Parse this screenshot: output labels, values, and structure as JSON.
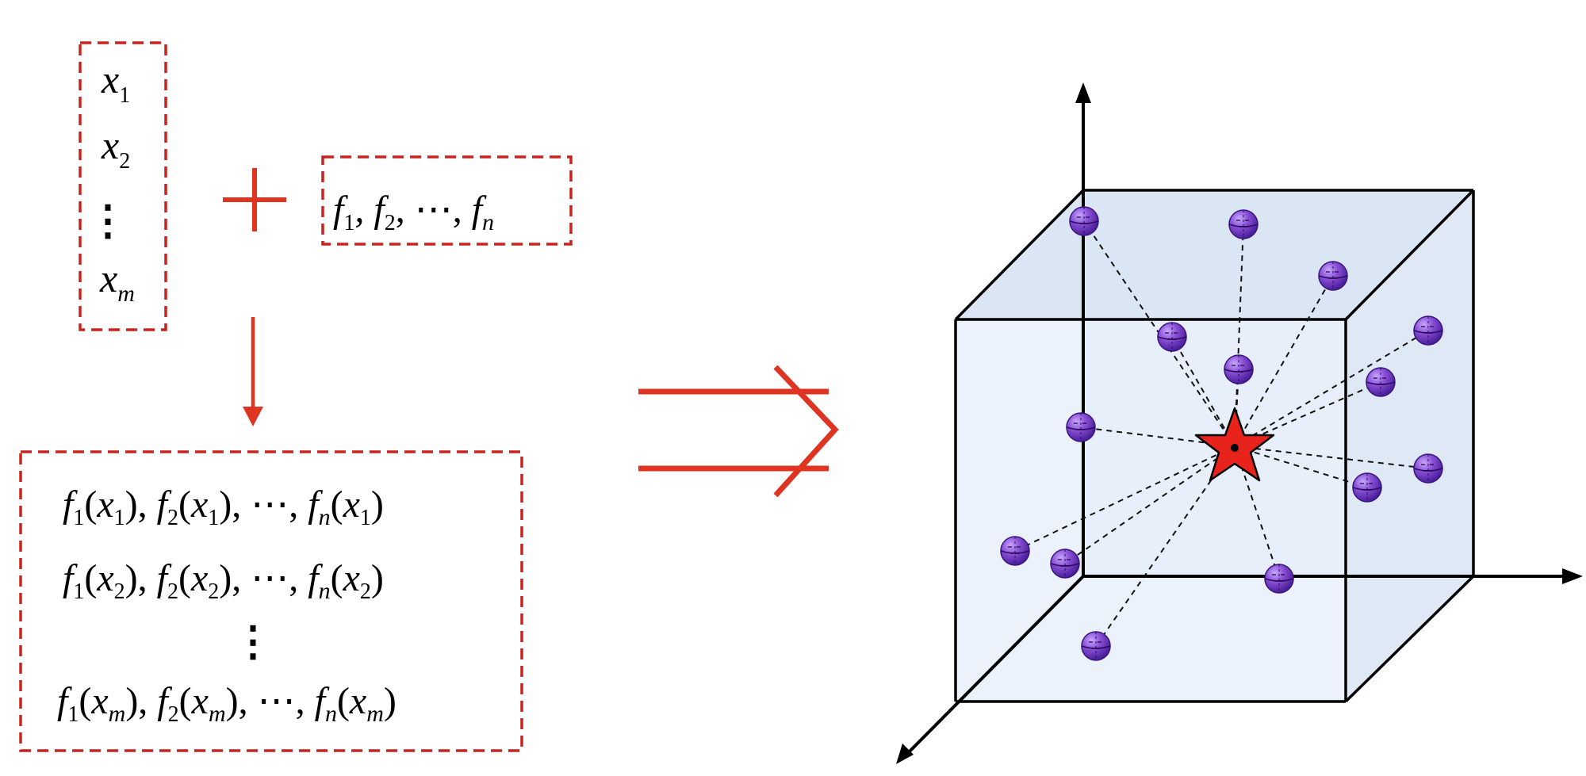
{
  "samples": {
    "items": [
      {
        "base": "x",
        "sub": "1"
      },
      {
        "base": "x",
        "sub": "2"
      },
      {
        "base": "x",
        "sub": "m"
      }
    ],
    "ellipsis": "⋮"
  },
  "plus": "+",
  "features": "f1, f2, ⋯, fn",
  "matrix": {
    "rows": [
      "f1(x1), f2(x1), ⋯, fn(x1)",
      "f1(x2), f2(x2), ⋯, fn(x2)",
      "f1(xm), f2(xm), ⋯, fn(xm)"
    ],
    "ellipsis": "⋮"
  },
  "colors": {
    "dashed_box": "#c8231e",
    "arrow_red": "#e03422",
    "cube_face": "#e8eff9",
    "sphere": "#8a4fd6",
    "star": "#e8231b"
  },
  "icons": {
    "plus": "plus-icon",
    "down_arrow": "down-arrow-icon",
    "implies_arrow": "double-arrow-icon",
    "centroid": "star-icon",
    "point": "sphere-icon"
  }
}
